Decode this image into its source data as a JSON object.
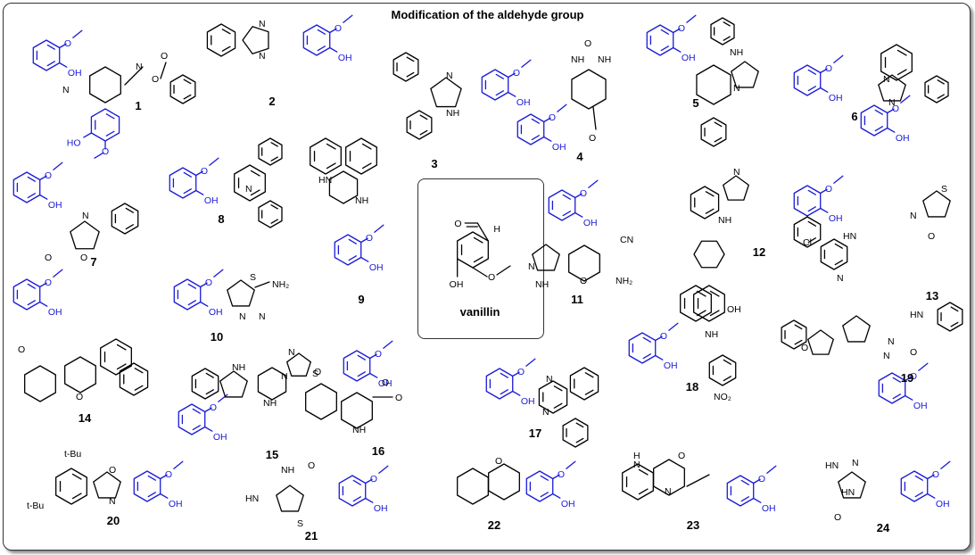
{
  "title": "Modification of the aldehyde group",
  "center": {
    "name": "vanillin"
  },
  "compounds": [
    {
      "id": "1"
    },
    {
      "id": "2"
    },
    {
      "id": "3"
    },
    {
      "id": "4"
    },
    {
      "id": "5"
    },
    {
      "id": "6"
    },
    {
      "id": "7"
    },
    {
      "id": "8"
    },
    {
      "id": "9"
    },
    {
      "id": "10"
    },
    {
      "id": "11"
    },
    {
      "id": "12"
    },
    {
      "id": "13"
    },
    {
      "id": "14"
    },
    {
      "id": "15"
    },
    {
      "id": "16"
    },
    {
      "id": "17"
    },
    {
      "id": "18"
    },
    {
      "id": "19"
    },
    {
      "id": "20"
    },
    {
      "id": "21"
    },
    {
      "id": "22"
    },
    {
      "id": "23"
    },
    {
      "id": "24"
    }
  ],
  "atom_labels": {
    "OH": "OH",
    "O": "O",
    "N": "N",
    "NH": "NH",
    "HN": "HN",
    "H": "H",
    "S": "S",
    "Cl": "Cl",
    "CN": "CN",
    "NH2": "NH₂",
    "NO2": "NO₂",
    "tBu": "t-Bu",
    "HO": "HO",
    "NNH": "HN"
  },
  "colors": {
    "vanillin_fragment": "#1a1ad6",
    "bonds": "#000000",
    "frame": "#333333"
  }
}
